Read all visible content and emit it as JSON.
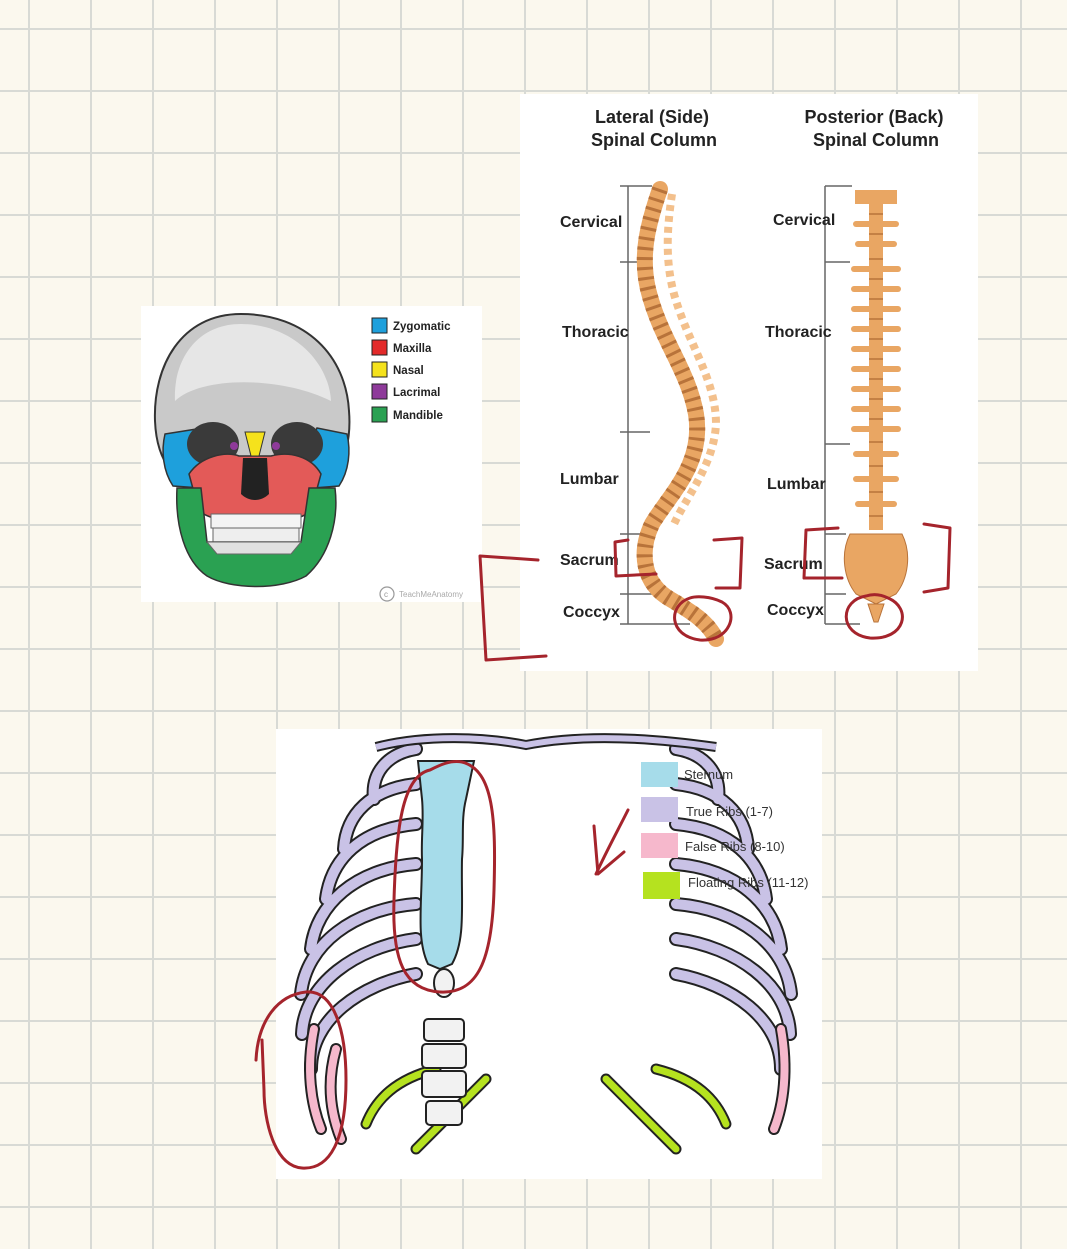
{
  "skull": {
    "legend": [
      {
        "label": "Zygomatic",
        "color": "#1ea0dc"
      },
      {
        "label": "Maxilla",
        "color": "#e32a2a"
      },
      {
        "label": "Nasal",
        "color": "#f5e21c"
      },
      {
        "label": "Lacrimal",
        "color": "#8e3a9a"
      },
      {
        "label": "Mandible",
        "color": "#2aa152"
      }
    ],
    "credit": "TeachMeAnatomy"
  },
  "spine": {
    "lateral_title_1": "Lateral (Side)",
    "lateral_title_2": "Spinal Column",
    "posterior_title_1": "Posterior (Back)",
    "posterior_title_2": "Spinal Column",
    "regions": {
      "cervical": "Cervical",
      "thoracic": "Thoracic",
      "lumbar": "Lumbar",
      "sacrum": "Sacrum",
      "coccyx": "Coccyx"
    },
    "bone_color": "#e9a663"
  },
  "ribs": {
    "legend": [
      {
        "label": "Sternum",
        "color": "#a6dcea"
      },
      {
        "label": "True Ribs (1-7)",
        "color": "#c9c2e6"
      },
      {
        "label": "False Ribs (8-10)",
        "color": "#f6b8cc"
      },
      {
        "label": "Floating Ribs (11-12)",
        "color": "#b5e21f"
      }
    ]
  },
  "ink_color": "#a5242c"
}
